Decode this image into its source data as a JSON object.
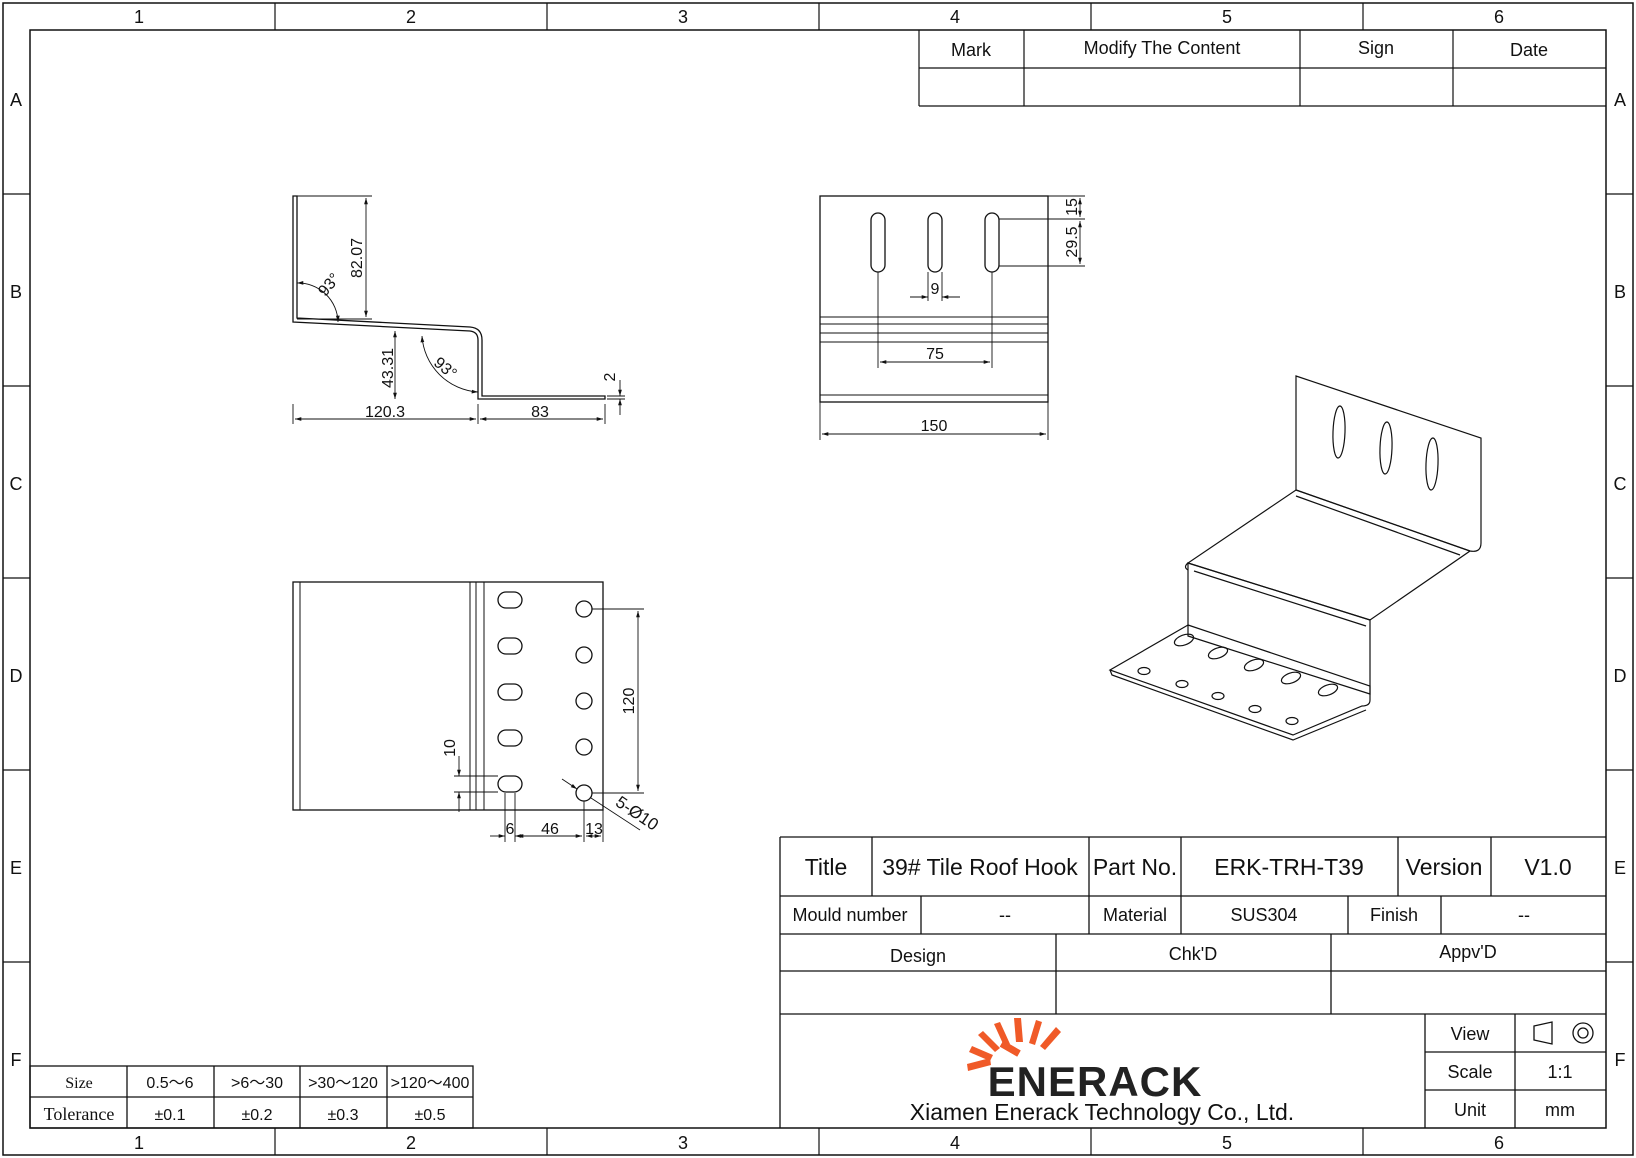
{
  "zones": {
    "columns": [
      "1",
      "2",
      "3",
      "4",
      "5",
      "6"
    ],
    "rows": [
      "A",
      "B",
      "C",
      "D",
      "E",
      "F"
    ]
  },
  "revision_table": {
    "headers": [
      "Mark",
      "Modify The Content",
      "Sign",
      "Date"
    ]
  },
  "side_view": {
    "dims": {
      "height_upper": "82.07",
      "angle_upper": "93°",
      "height_lower": "43.31",
      "angle_lower": "93°",
      "thickness": "2",
      "length_upper": "120.3",
      "length_lower": "83"
    }
  },
  "front_view": {
    "dims": {
      "slot_bottom": "29.5",
      "slot_top": "15",
      "slot_width": "9",
      "slot_pitch": "75",
      "overall_width": "150"
    }
  },
  "top_view": {
    "dims": {
      "hole_span": "120",
      "ten": "10",
      "six": "6",
      "forty_six": "46",
      "thirteen": "13",
      "holes": "5-Ø10"
    }
  },
  "title_block": {
    "title_label": "Title",
    "title_value": "39# Tile Roof Hook",
    "part_label": "Part No.",
    "part_value": "ERK-TRH-T39",
    "version_label": "Version",
    "version_value": "V1.0",
    "mould_label": "Mould number",
    "mould_value": "--",
    "material_label": "Material",
    "material_value": "SUS304",
    "finish_label": "Finish",
    "finish_value": "--",
    "design_label": "Design",
    "chk_label": "Chk'D",
    "appv_label": "Appv'D",
    "view_label": "View",
    "scale_label": "Scale",
    "scale_value": "1:1",
    "unit_label": "Unit",
    "unit_value": "mm",
    "logo_text": "ENERACK",
    "company": "Xiamen Enerack Technology Co., Ltd.",
    "logo_color": "#f05a28"
  },
  "tolerance_table": {
    "size_label": "Size",
    "tolerance_label": "Tolerance",
    "sizes": [
      "0.5～6",
      ">6～30",
      ">30～120",
      ">120～400"
    ],
    "tolerances": [
      "±0.1",
      "±0.2",
      "±0.3",
      "±0.5"
    ]
  }
}
